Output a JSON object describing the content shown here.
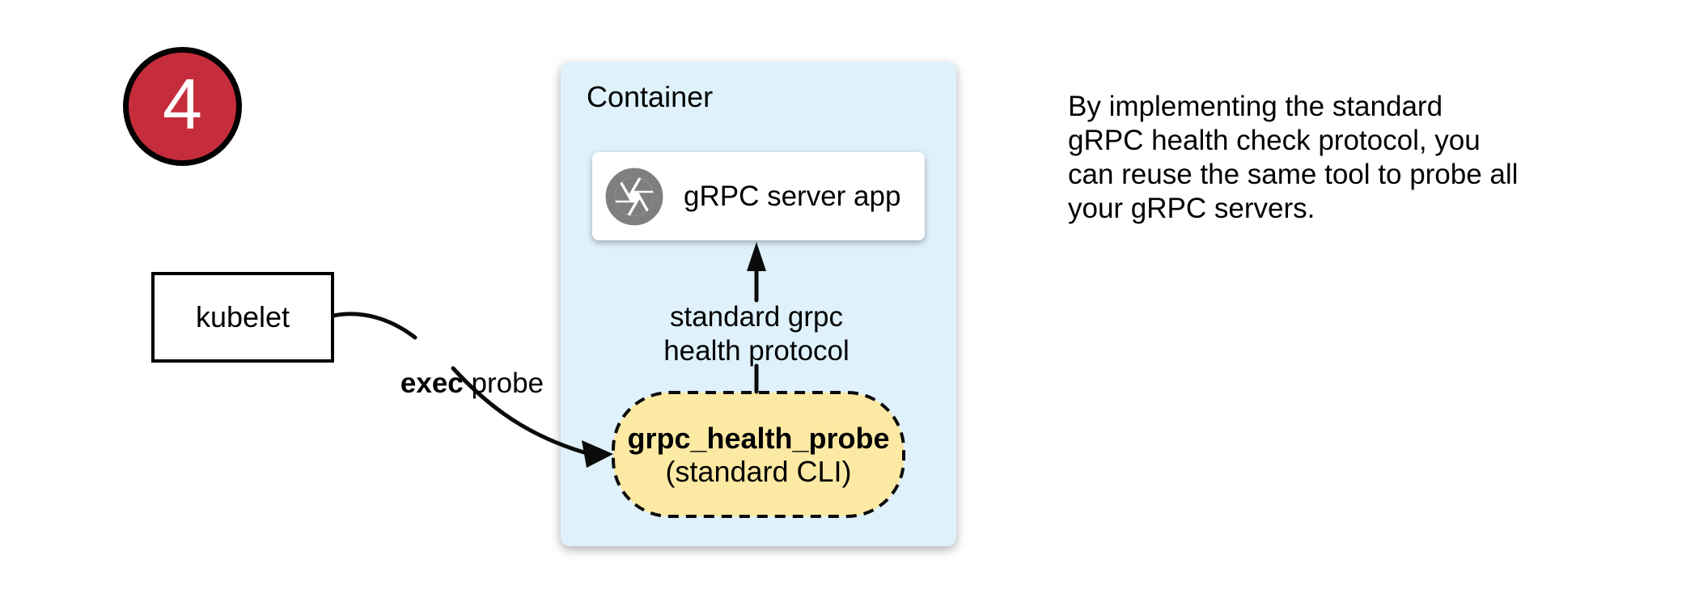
{
  "colors": {
    "step_red": "#C62D3C",
    "container_blue": "#DFF1FB",
    "probe_yellow": "#FCE9A3",
    "icon_gray": "#7F7F7F",
    "line_black": "#0B0B0B"
  },
  "step_badge": {
    "number": "4"
  },
  "kubelet": {
    "label": "kubelet"
  },
  "exec_probe": {
    "bold": "exec",
    "rest": " probe"
  },
  "container": {
    "label": "Container",
    "server_box": {
      "icon": "aperture-icon",
      "label": "gRPC server app"
    },
    "protocol_label": "standard grpc\nhealth protocol",
    "probe_box": {
      "name": "grpc_health_probe",
      "subtitle": "(standard CLI)"
    }
  },
  "note": {
    "text": "By implementing the standard\ngRPC health check protocol, you\ncan reuse the same tool to probe all\nyour gRPC servers."
  }
}
